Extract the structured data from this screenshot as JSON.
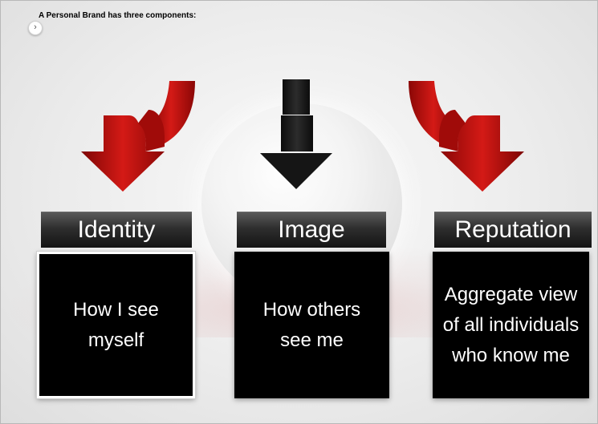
{
  "slide": {
    "title": "A Personal Brand has three components:",
    "nav_icon": "chevron-right-icon",
    "nav_glyph": "›"
  },
  "colors": {
    "arrow_red": "#c0100e",
    "arrow_black": "#141414",
    "box_bg": "#000000",
    "text": "#ffffff"
  },
  "components": [
    {
      "header": "Identity",
      "body": "How I see myself",
      "arrow": "red-curved-down-left-arrow"
    },
    {
      "header": "Image",
      "body": "How others see me",
      "arrow": "black-down-arrow"
    },
    {
      "header": "Reputation",
      "body": "Aggregate view of all individuals who know me",
      "arrow": "red-curved-down-right-arrow"
    }
  ]
}
